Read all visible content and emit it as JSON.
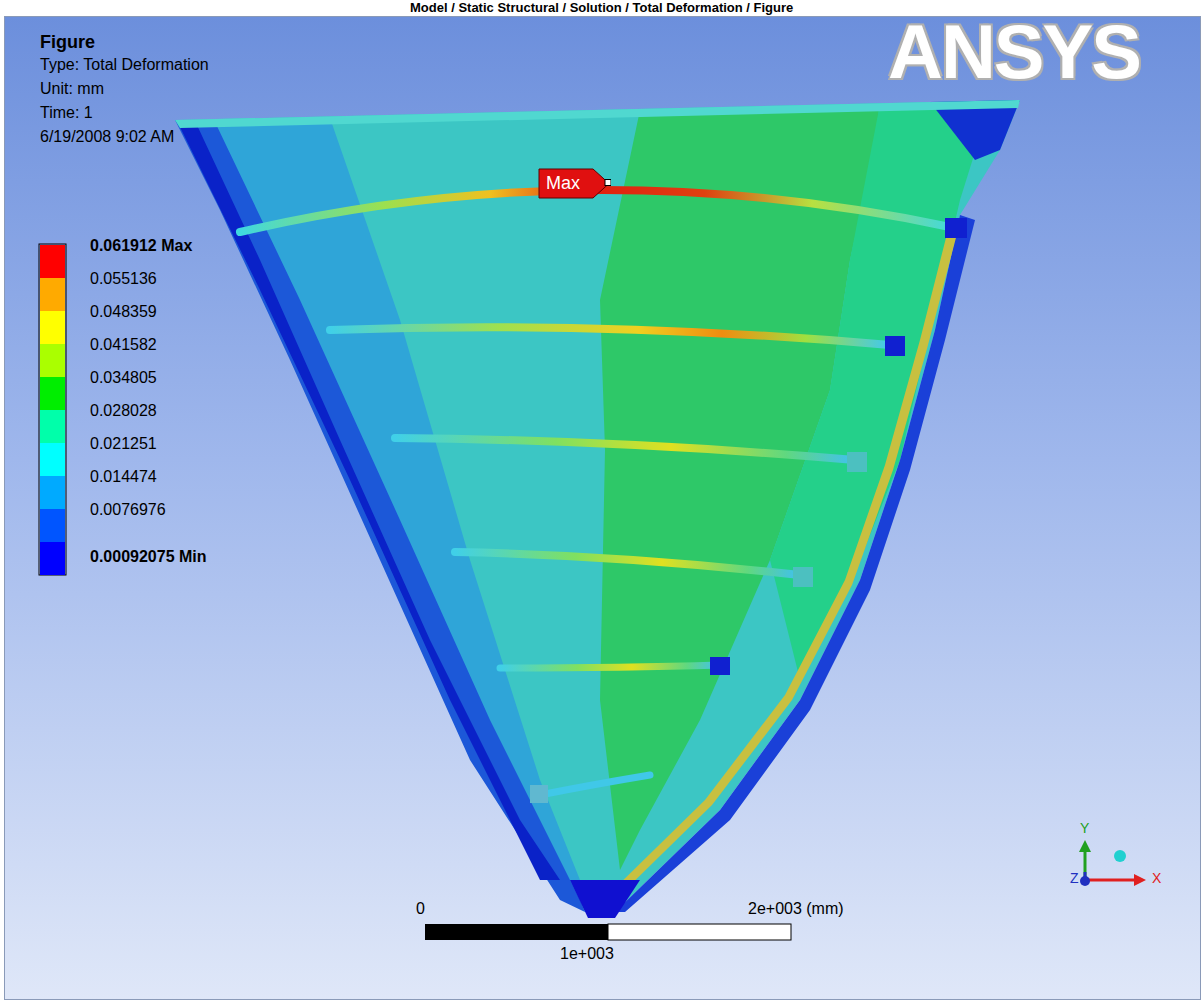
{
  "diagram": {
    "title": "Model / Static Structural / Solution / Total Deformation / Figure",
    "nodes": [
      {
        "text": [
          "Max"
        ]
      }
    ],
    "labels": [
      "Figure",
      "Type: Total Deformation",
      "Unit: mm",
      "Time: 1",
      "6/19/2008 9:02 AM",
      "ANSYS",
      "0",
      "2e+003 (mm)",
      "1e+003",
      "Y",
      "Z",
      "X"
    ],
    "legend": [
      {
        "text": "0.061912 Max",
        "color": "#ff0000"
      },
      {
        "text": "0.055136",
        "color": "#ffaa00"
      },
      {
        "text": "0.048359",
        "color": "#ffff00"
      },
      {
        "text": "0.041582",
        "color": "#aaff00"
      },
      {
        "text": "0.034805",
        "color": "#00ee00"
      },
      {
        "text": "0.028028",
        "color": "#00ffaa"
      },
      {
        "text": "0.021251",
        "color": "#00ffff"
      },
      {
        "text": "0.014474",
        "color": "#00aaff"
      },
      {
        "text": "0.0076976",
        "color": "#0055ff"
      },
      {
        "text": "0.00092075 Min",
        "color": "#0000ff"
      }
    ]
  }
}
